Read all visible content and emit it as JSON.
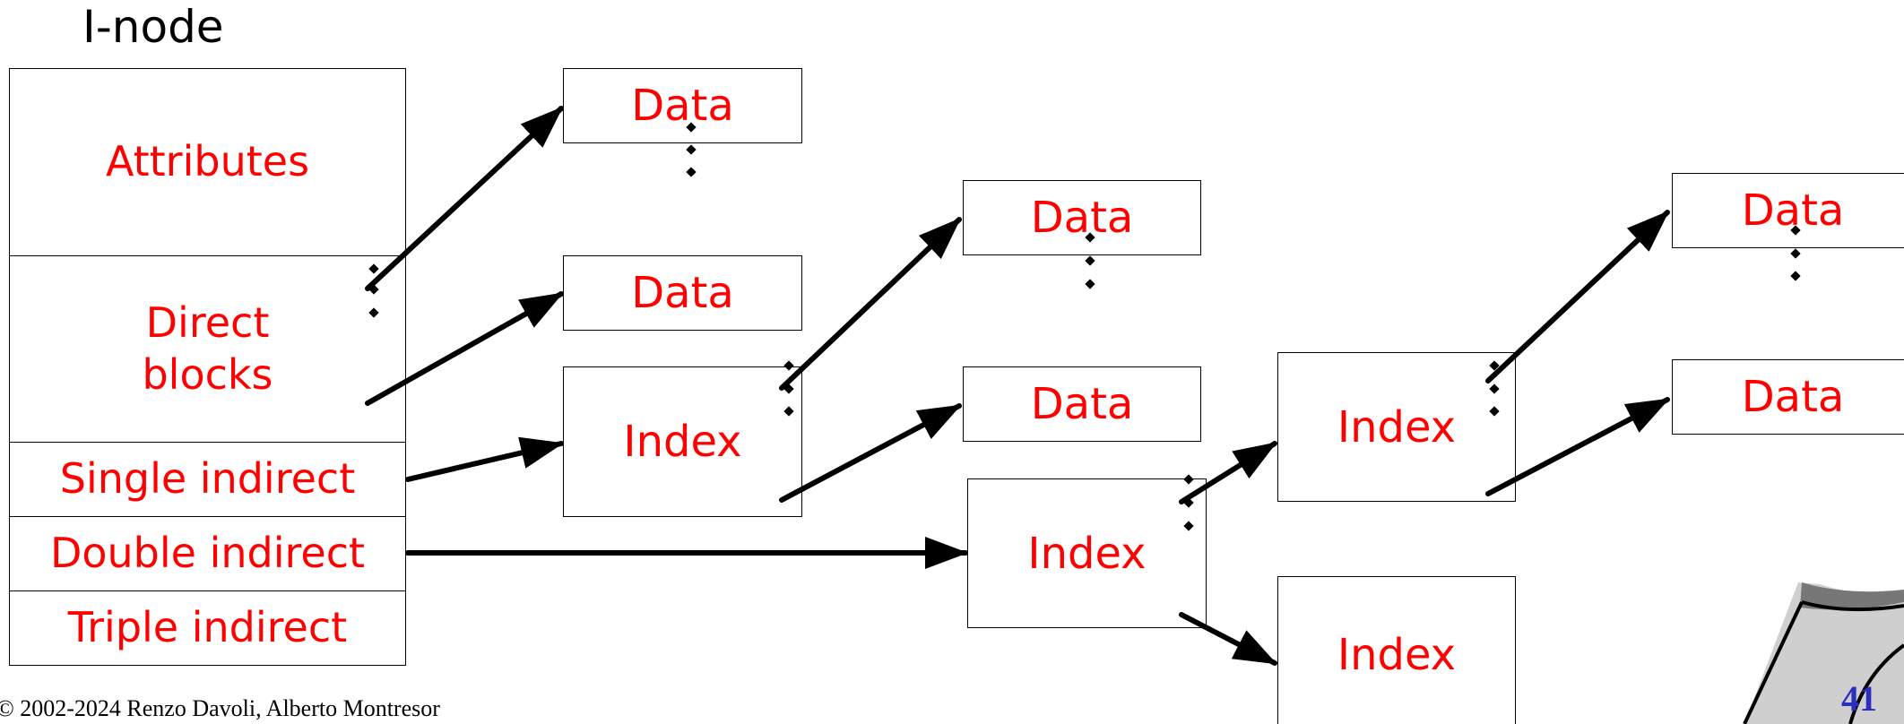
{
  "title": "I-node",
  "inode": {
    "attributes": "Attributes",
    "direct_blocks": "Direct\nblocks",
    "single_indirect": "Single indirect",
    "double_indirect": "Double indirect",
    "triple_indirect": "Triple indirect"
  },
  "blocks": {
    "data_label": "Data",
    "index_label": "Index"
  },
  "footer": {
    "copyright": "© 2002-2024 Renzo Davoli, Alberto Montresor",
    "page_number": "41"
  },
  "colors": {
    "label": "#ff0000",
    "page_number": "#2b2fbf"
  }
}
